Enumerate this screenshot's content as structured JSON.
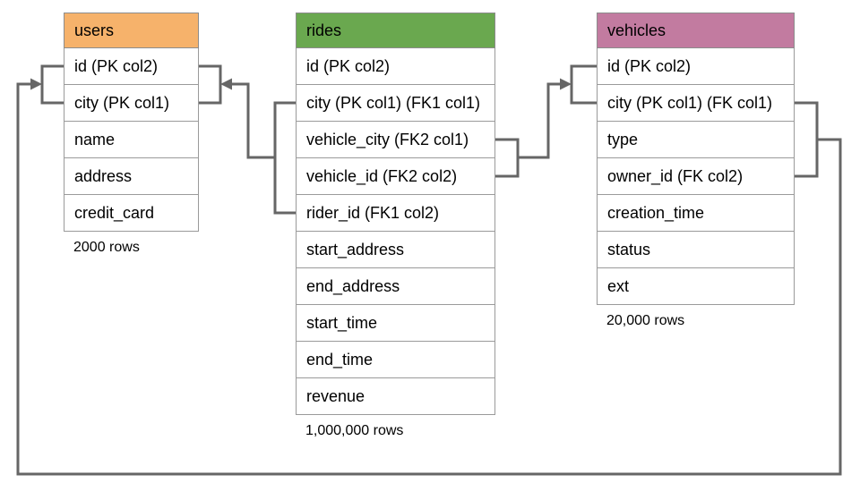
{
  "diagram": {
    "type": "database-schema",
    "connector_color": "#666666",
    "tables": [
      {
        "name": "users",
        "header_color": "#F6B26B",
        "columns": [
          "id (PK col2)",
          "city (PK col1)",
          "name",
          "address",
          "credit_card"
        ],
        "row_count": "2000 rows"
      },
      {
        "name": "rides",
        "header_color": "#6AA84F",
        "columns": [
          "id (PK col2)",
          "city (PK col1) (FK1 col1)",
          "vehicle_city (FK2 col1)",
          "vehicle_id (FK2 col2)",
          "rider_id (FK1 col2)",
          "start_address",
          "end_address",
          "start_time",
          "end_time",
          "revenue"
        ],
        "row_count": "1,000,000 rows"
      },
      {
        "name": "vehicles",
        "header_color": "#C27BA0",
        "columns": [
          "id (PK col2)",
          "city (PK col1) (FK col1)",
          "type",
          "owner_id (FK col2)",
          "creation_time",
          "status",
          "ext"
        ],
        "row_count": "20,000 rows"
      }
    ],
    "relationships": [
      {
        "name": "FK1",
        "from_table": "rides",
        "from_columns": [
          "city (PK col1) (FK1 col1)",
          "rider_id (FK1 col2)"
        ],
        "to_table": "users",
        "to_columns": [
          "id (PK col2)",
          "city (PK col1)"
        ]
      },
      {
        "name": "FK2",
        "from_table": "rides",
        "from_columns": [
          "vehicle_city (FK2 col1)",
          "vehicle_id (FK2 col2)"
        ],
        "to_table": "vehicles",
        "to_columns": [
          "id (PK col2)",
          "city (PK col1) (FK col1)"
        ]
      },
      {
        "name": "FK",
        "from_table": "vehicles",
        "from_columns": [
          "city (PK col1) (FK col1)",
          "owner_id (FK col2)"
        ],
        "to_table": "users",
        "to_columns": [
          "id (PK col2)",
          "city (PK col1)"
        ]
      }
    ]
  }
}
